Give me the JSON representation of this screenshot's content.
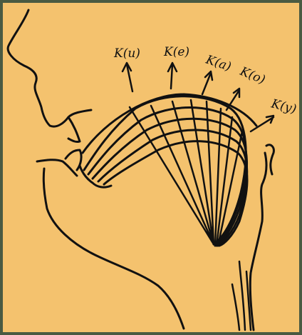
{
  "diagram": {
    "background_color": "#f4c26e",
    "frame_color": "#4a5a42",
    "ink_color": "#111111",
    "labels": {
      "k_u": "K(u)",
      "k_e": "K(e)",
      "k_a": "K(a)",
      "k_o": "K(o)",
      "k_y": "K(y)"
    }
  }
}
